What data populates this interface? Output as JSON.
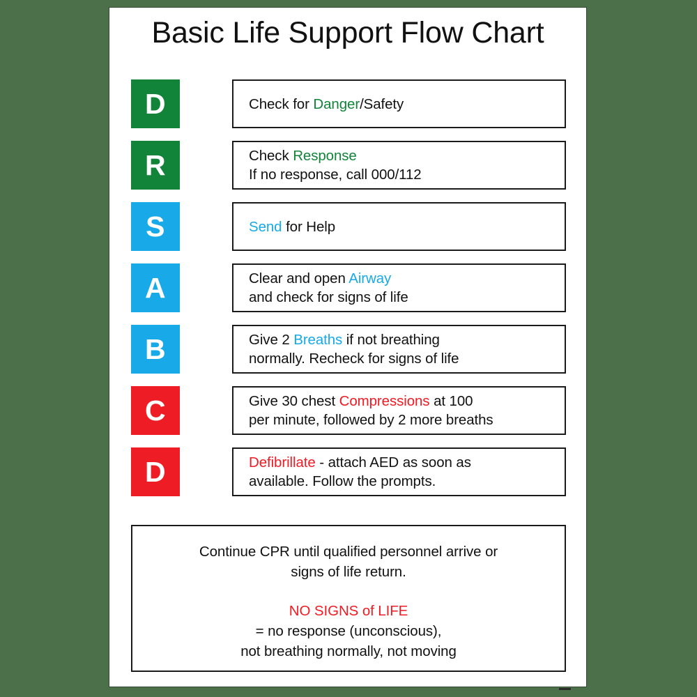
{
  "poster": {
    "title": "Basic Life Support Flow Chart",
    "background_color": "#4c7049",
    "card_color": "#ffffff"
  },
  "colors": {
    "green": "#11843a",
    "blue": "#17a9e8",
    "red": "#ee1c24",
    "text": "#111111",
    "border": "#1a1a1a"
  },
  "steps": [
    {
      "letter": "D",
      "badge_color": "green",
      "lines": [
        [
          {
            "text": "Check for ",
            "color": "default"
          },
          {
            "text": "Danger",
            "color": "green"
          },
          {
            "text": "/Safety",
            "color": "default"
          }
        ]
      ]
    },
    {
      "letter": "R",
      "badge_color": "green",
      "lines": [
        [
          {
            "text": "Check ",
            "color": "default"
          },
          {
            "text": "Response",
            "color": "green"
          }
        ],
        [
          {
            "text": "If no response, call 000/112",
            "color": "default"
          }
        ]
      ]
    },
    {
      "letter": "S",
      "badge_color": "blue",
      "lines": [
        [
          {
            "text": "Send",
            "color": "blue"
          },
          {
            "text": " for Help",
            "color": "default"
          }
        ]
      ]
    },
    {
      "letter": "A",
      "badge_color": "blue",
      "lines": [
        [
          {
            "text": "Clear and open ",
            "color": "default"
          },
          {
            "text": "Airway",
            "color": "blue"
          }
        ],
        [
          {
            "text": "and check for signs of life",
            "color": "default"
          }
        ]
      ]
    },
    {
      "letter": "B",
      "badge_color": "blue",
      "lines": [
        [
          {
            "text": "Give 2 ",
            "color": "default"
          },
          {
            "text": "Breaths",
            "color": "blue"
          },
          {
            "text": " if not breathing",
            "color": "default"
          }
        ],
        [
          {
            "text": "normally. Recheck for signs of life",
            "color": "default"
          }
        ]
      ]
    },
    {
      "letter": "C",
      "badge_color": "red",
      "lines": [
        [
          {
            "text": "Give 30 chest ",
            "color": "default"
          },
          {
            "text": "Compressions",
            "color": "red"
          },
          {
            "text": " at 100",
            "color": "default"
          }
        ],
        [
          {
            "text": "per minute, followed by 2 more breaths",
            "color": "default"
          }
        ]
      ]
    },
    {
      "letter": "D",
      "badge_color": "red",
      "lines": [
        [
          {
            "text": "Defibrillate",
            "color": "red"
          },
          {
            "text": " - attach AED as soon as",
            "color": "default"
          }
        ],
        [
          {
            "text": "available. Follow the prompts.",
            "color": "default"
          }
        ]
      ]
    }
  ],
  "summary": {
    "lines_top": [
      "Continue CPR until qualified personnel arrive or",
      "signs of life return."
    ],
    "alert": "NO SIGNS of LIFE",
    "lines_bottom": [
      "= no response (unconscious),",
      "not breathing normally, not moving"
    ]
  }
}
